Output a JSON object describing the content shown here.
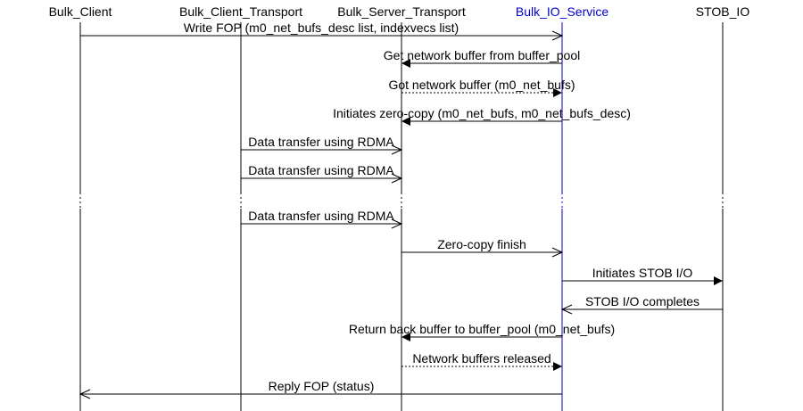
{
  "participants": [
    {
      "id": "bulk_client",
      "label": "Bulk_Client",
      "color": "#000000"
    },
    {
      "id": "bulk_client_transport",
      "label": "Bulk_Client_Transport",
      "color": "#000000"
    },
    {
      "id": "bulk_server_transport",
      "label": "Bulk_Server_Transport",
      "color": "#000000"
    },
    {
      "id": "bulk_io_service",
      "label": "Bulk_IO_Service",
      "color": "#0000cc"
    },
    {
      "id": "stob_io",
      "label": "STOB_IO",
      "color": "#000000"
    }
  ],
  "messages": [
    {
      "from": "bulk_client",
      "to": "bulk_io_service",
      "label": "Write FOP (m0_net_bufs_desc list, indexvecs list)",
      "style": "solid",
      "head": "open"
    },
    {
      "from": "bulk_io_service",
      "to": "bulk_server_transport",
      "label": "Get network buffer from buffer_pool",
      "style": "solid",
      "head": "filled"
    },
    {
      "from": "bulk_server_transport",
      "to": "bulk_io_service",
      "label": "Got network buffer (m0_net_bufs)",
      "style": "dotted",
      "head": "filled"
    },
    {
      "from": "bulk_io_service",
      "to": "bulk_server_transport",
      "label": "Initiates zero-copy (m0_net_bufs, m0_net_bufs_desc)",
      "style": "solid",
      "head": "filled"
    },
    {
      "from": "bulk_client_transport",
      "to": "bulk_server_transport",
      "label": "Data transfer using RDMA",
      "style": "solid",
      "head": "open"
    },
    {
      "from": "bulk_client_transport",
      "to": "bulk_server_transport",
      "label": "Data transfer using RDMA",
      "style": "solid",
      "head": "open"
    },
    {
      "from": "bulk_client_transport",
      "to": "bulk_server_transport",
      "label": "Data transfer using RDMA",
      "style": "solid",
      "head": "open"
    },
    {
      "from": "bulk_server_transport",
      "to": "bulk_io_service",
      "label": "Zero-copy finish",
      "style": "solid",
      "head": "open"
    },
    {
      "from": "bulk_io_service",
      "to": "stob_io",
      "label": "Initiates STOB I/O",
      "style": "solid",
      "head": "filled"
    },
    {
      "from": "stob_io",
      "to": "bulk_io_service",
      "label": "STOB I/O completes",
      "style": "solid",
      "head": "open"
    },
    {
      "from": "bulk_io_service",
      "to": "bulk_server_transport",
      "label": "Return back buffer to buffer_pool (m0_net_bufs)",
      "style": "solid",
      "head": "filled"
    },
    {
      "from": "bulk_server_transport",
      "to": "bulk_io_service",
      "label": "Network buffers released",
      "style": "dotted",
      "head": "filled"
    },
    {
      "from": "bulk_io_service",
      "to": "bulk_client",
      "label": "Reply FOP (status)",
      "style": "solid",
      "head": "open"
    }
  ]
}
